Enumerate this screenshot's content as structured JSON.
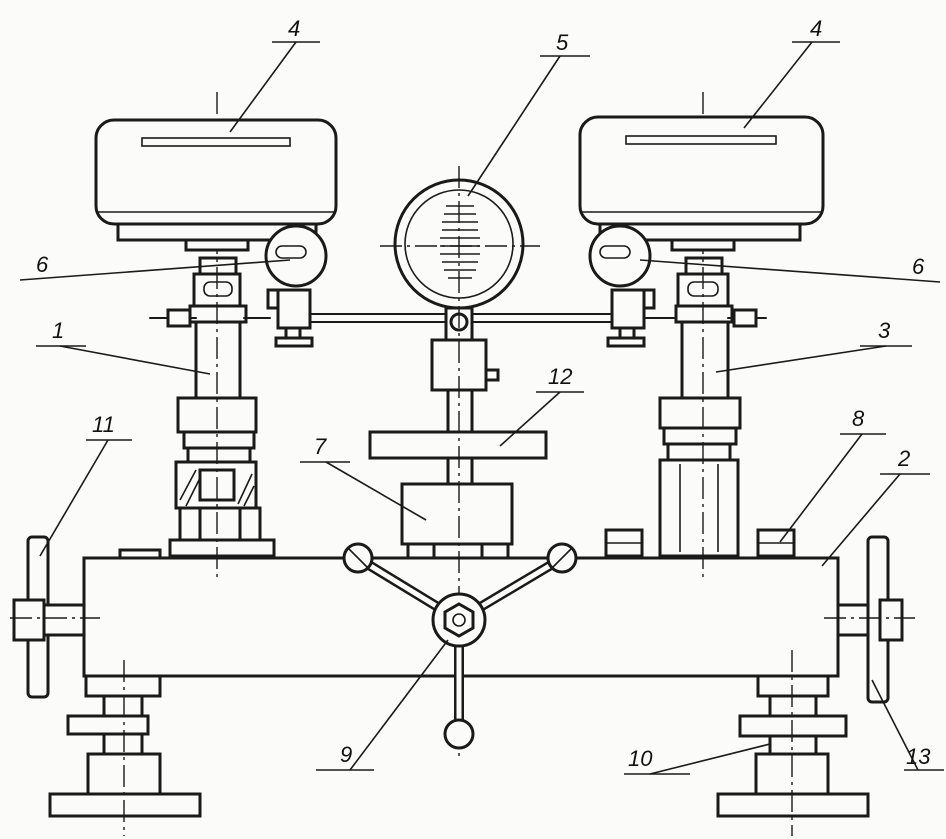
{
  "labels": {
    "l1": "1",
    "l2": "2",
    "l3": "3",
    "l4a": "4",
    "l4b": "4",
    "l5": "5",
    "l6a": "6",
    "l6b": "6",
    "l7": "7",
    "l8": "8",
    "l9": "9",
    "l10": "10",
    "l11": "11",
    "l12": "12",
    "l13": "13"
  },
  "colors": {
    "ink": "#1a1a1a",
    "paper": "#fbfbf9"
  }
}
